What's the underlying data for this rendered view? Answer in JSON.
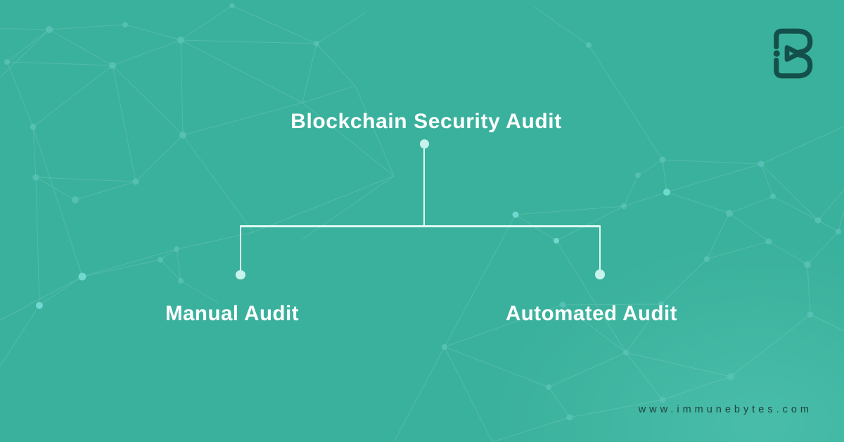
{
  "diagram": {
    "root": {
      "label": "Blockchain Security Audit"
    },
    "children": [
      {
        "label": "Manual Audit"
      },
      {
        "label": "Automated Audit"
      }
    ]
  },
  "footer": {
    "website": "www.immunebytes.com"
  },
  "branding": {
    "logo_icon": "immunebytes-ib-logo"
  },
  "colors": {
    "background": "#3ab19c",
    "connector_line": "#dff9f4",
    "connector_dot": "#c9f2ec",
    "title_text": "#ffffff",
    "logo": "#14504b",
    "footer_text": "#21403d",
    "mesh_dot": "#5ac3b9"
  }
}
